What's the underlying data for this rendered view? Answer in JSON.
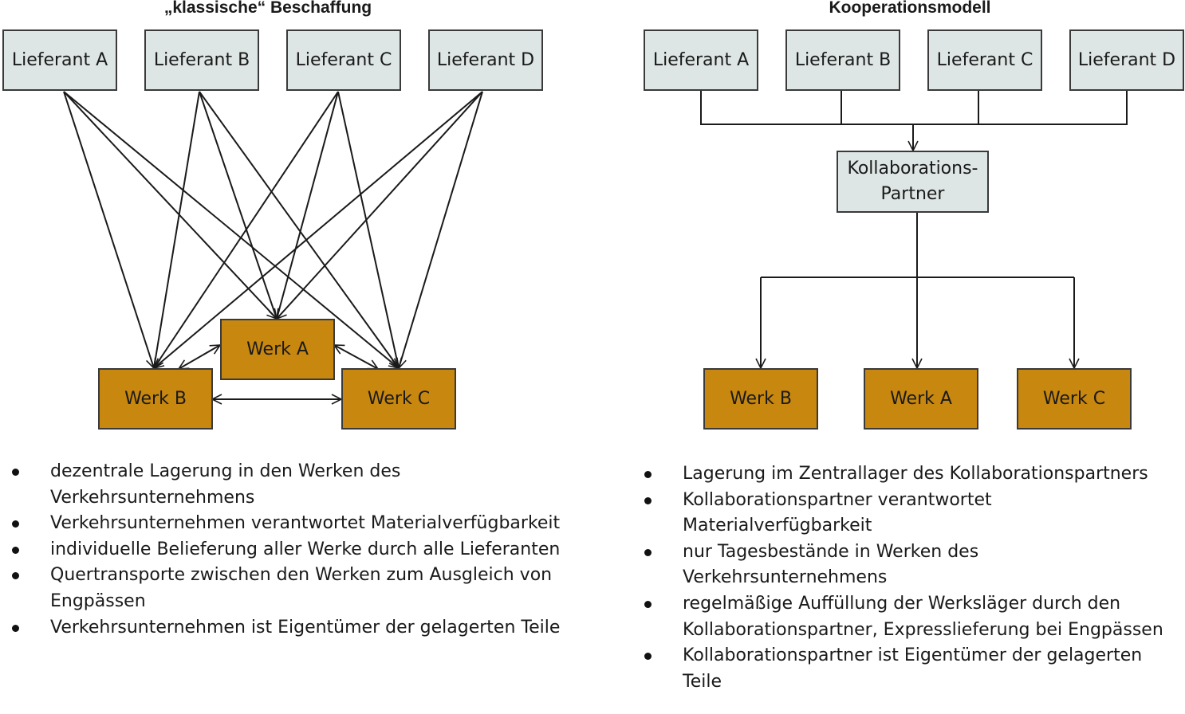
{
  "left": {
    "title": "„klassische“ Beschaffung",
    "suppliers": [
      "Lieferant A",
      "Lieferant B",
      "Lieferant C",
      "Lieferant D"
    ],
    "plants": {
      "a": "Werk A",
      "b": "Werk B",
      "c": "Werk C"
    },
    "bullets": [
      "dezentrale Lagerung in den Werken des Verkehrsunternehmens",
      "Verkehrsunternehmen verantwortet Materialverfügbarkeit",
      "individuelle Belieferung aller Werke durch alle Lieferanten",
      "Quertransporte zwischen den Werken zum Ausgleich von Engpässen",
      "Verkehrsunternehmen ist Eigentümer der gelagerten Teile"
    ]
  },
  "right": {
    "title": "Kooperationsmodell",
    "suppliers": [
      "Lieferant A",
      "Lieferant B",
      "Lieferant C",
      "Lieferant D"
    ],
    "partner": [
      "Kollaborations-",
      "Partner"
    ],
    "plants": {
      "b": "Werk B",
      "a": "Werk A",
      "c": "Werk C"
    },
    "bullets": [
      "Lagerung im Zentrallager des Kollaborationspartners",
      "Kollaborationspartner verantwortet Materialverfügbarkeit",
      "nur Tagesbestände in Werken des Verkehrsunternehmens",
      "regelmäßige Auffüllung der Werksläger durch den Kollaborationspartner, Expresslieferung bei Engpässen",
      "Kollaborationspartner ist Eigentümer der gelagerten Teile"
    ]
  },
  "colors": {
    "supplier_fill": "#dde6e4",
    "plant_fill": "#c8870f",
    "line": "#1a1a1a"
  }
}
